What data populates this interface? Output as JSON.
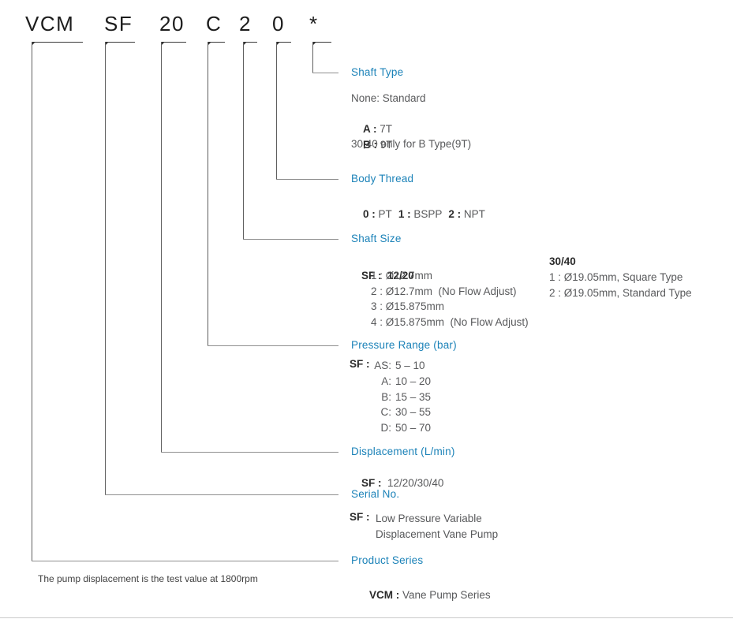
{
  "colors": {
    "accent": "#1b82b8",
    "text_gray": "#58595b",
    "text_dark": "#2b2b2b",
    "line_dark": "#3a3a3a",
    "line_gray": "#8f8f8f"
  },
  "model_code": {
    "segments": [
      "VCM",
      "SF",
      "20",
      "C",
      "2",
      "0",
      "*"
    ]
  },
  "shaft_type": {
    "label": "Shaft Type",
    "line_none": "None: Standard",
    "item_a_key": "A :",
    "item_a_val": "7T",
    "item_b_key": "B :",
    "item_b_val": "9T",
    "note": "30,40 only for B Type(9T)"
  },
  "body_thread": {
    "label": "Body Thread",
    "options": [
      {
        "key": "0 :",
        "val": "PT"
      },
      {
        "key": "1 :",
        "val": "BSPP"
      },
      {
        "key": "2 :",
        "val": "NPT"
      }
    ]
  },
  "shaft_size": {
    "label": "Shaft Size",
    "left": {
      "prefix": "SF :",
      "group": "12/20",
      "items": [
        "1 : Ø12.7mm",
        "2 : Ø12.7mm  (No Flow Adjust)",
        "3 : Ø15.875mm",
        "4 : Ø15.875mm  (No Flow Adjust)"
      ]
    },
    "right": {
      "group": "30/40",
      "items": [
        "1 : Ø19.05mm, Square Type",
        "2 : Ø19.05mm, Standard Type"
      ]
    }
  },
  "pressure_range": {
    "label": "Pressure Range (bar)",
    "prefix": "SF :",
    "items": [
      {
        "key": "AS:",
        "val": "5 – 10"
      },
      {
        "key": "A:",
        "val": "10 – 20"
      },
      {
        "key": "B:",
        "val": "15 – 35"
      },
      {
        "key": "C:",
        "val": "30 – 55"
      },
      {
        "key": "D:",
        "val": "50 – 70"
      }
    ]
  },
  "displacement": {
    "label": "Displacement (L/min)",
    "prefix": "SF :",
    "value": "12/20/30/40"
  },
  "serial_no": {
    "label": "Serial No.",
    "prefix": "SF :",
    "line1": "Low Pressure Variable",
    "line2": "Displacement Vane Pump"
  },
  "product_series": {
    "label": "Product Series",
    "prefix": "VCM :",
    "value": "Vane Pump Series"
  },
  "footnote": "The pump displacement is the test value at 1800rpm"
}
